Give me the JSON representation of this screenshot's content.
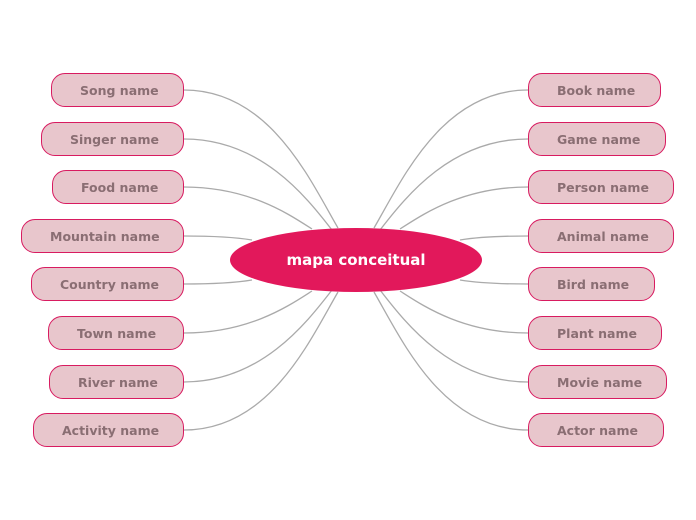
{
  "center": {
    "label": "mapa conceitual"
  },
  "colors": {
    "center": "#e2185b",
    "node_fill": "#e8c6cc",
    "node_border": "#d81b60",
    "node_text": "#8a6e73",
    "line": "#aaaaaa"
  },
  "left_nodes": [
    {
      "label": "Song name"
    },
    {
      "label": "Singer name"
    },
    {
      "label": "Food name"
    },
    {
      "label": "Mountain name"
    },
    {
      "label": "Country name"
    },
    {
      "label": "Town name"
    },
    {
      "label": "River name"
    },
    {
      "label": "Activity name"
    }
  ],
  "right_nodes": [
    {
      "label": "Book name"
    },
    {
      "label": "Game name"
    },
    {
      "label": "Person name"
    },
    {
      "label": "Animal name"
    },
    {
      "label": "Bird name"
    },
    {
      "label": "Plant name"
    },
    {
      "label": "Movie name"
    },
    {
      "label": "Actor name"
    }
  ]
}
